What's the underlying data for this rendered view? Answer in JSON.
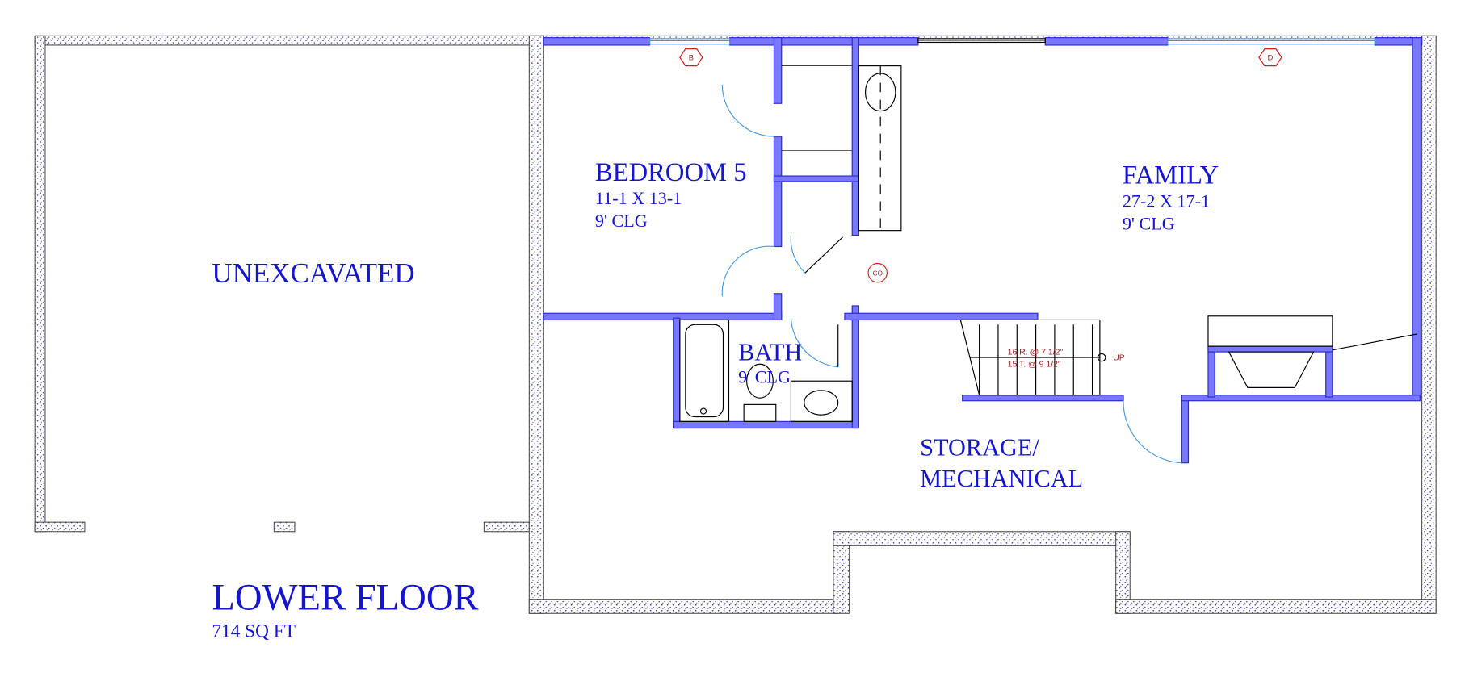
{
  "plan": {
    "title": "LOWER FLOOR",
    "area": "714 SQ FT",
    "rooms": [
      {
        "name": "UNEXCAVATED"
      },
      {
        "name": "BEDROOM 5",
        "size": "11-1 X 13-1",
        "ceiling": "9' CLG"
      },
      {
        "name": "FAMILY",
        "size": "27-2 X 17-1",
        "ceiling": "9' CLG"
      },
      {
        "name": "BATH",
        "ceiling": "9' CLG"
      },
      {
        "name": "STORAGE/",
        "name2": "MECHANICAL"
      }
    ],
    "stairs": {
      "risers": "16 R. @ 7 1/2\"",
      "treads": "15 T. @ 9 1/2\"",
      "direction": "UP"
    },
    "tags": {
      "window_b": "B",
      "window_d": "D",
      "cleanout": "CO"
    }
  },
  "colors": {
    "wall": "#7878ff",
    "text": "#1515d0",
    "annotation": "#a02020"
  }
}
